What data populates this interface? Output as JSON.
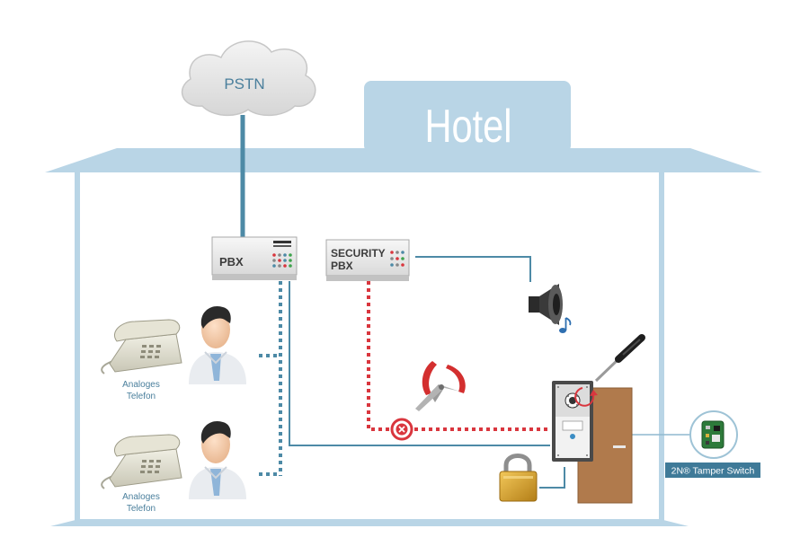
{
  "cloud_label": "PSTN",
  "building_title": "Hotel",
  "pbx_label": "PBX",
  "security_pbx_line1": "SECURITY",
  "security_pbx_line2": "PBX",
  "phone1_line1": "Analoges",
  "phone1_line2": "Telefon",
  "phone2_line1": "Analoges",
  "phone2_line2": "Telefon",
  "tamper_switch_label": "2N® Tamper Switch",
  "colors": {
    "building": "#b9d5e6",
    "wire_blue": "#4d8aa6",
    "wire_red": "#d9363e",
    "door": "#b07a4c",
    "label_bg": "#3f7a98"
  }
}
